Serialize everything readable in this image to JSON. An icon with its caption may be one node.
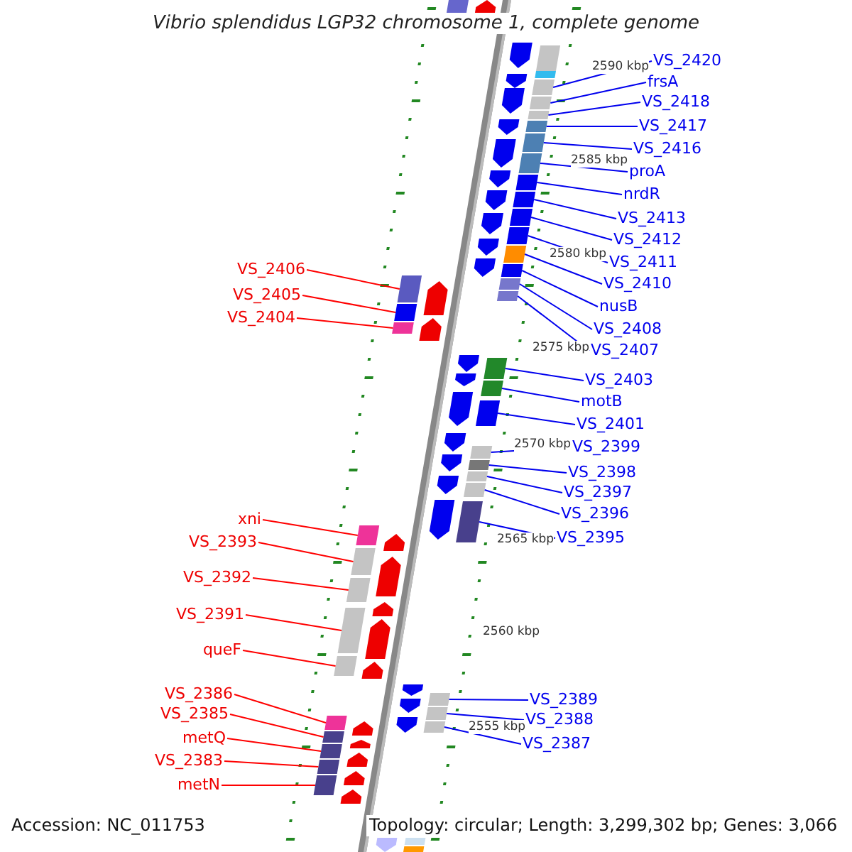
{
  "diagram": {
    "title": "Vibrio splendidus LGP32 chromosome 1, complete genome",
    "nodes": [
      {
        "text": [
          "VS_2420"
        ]
      },
      {
        "text": [
          "frsA"
        ]
      },
      {
        "text": [
          "VS_2418"
        ]
      },
      {
        "text": [
          "VS_2417"
        ]
      },
      {
        "text": [
          "VS_2416"
        ]
      },
      {
        "text": [
          "proA"
        ]
      },
      {
        "text": [
          "nrdR"
        ]
      },
      {
        "text": [
          "VS_2413"
        ]
      },
      {
        "text": [
          "VS_2412"
        ]
      },
      {
        "text": [
          "VS_2411"
        ]
      },
      {
        "text": [
          "VS_2410"
        ]
      },
      {
        "text": [
          "nusB"
        ]
      },
      {
        "text": [
          "VS_2408"
        ]
      },
      {
        "text": [
          "VS_2407"
        ]
      },
      {
        "text": [
          "VS_2403"
        ]
      },
      {
        "text": [
          "motB"
        ]
      },
      {
        "text": [
          "VS_2401"
        ]
      },
      {
        "text": [
          "VS_2399"
        ]
      },
      {
        "text": [
          "VS_2398"
        ]
      },
      {
        "text": [
          "VS_2397"
        ]
      },
      {
        "text": [
          "VS_2396"
        ]
      },
      {
        "text": [
          "VS_2395"
        ]
      },
      {
        "text": [
          "VS_2389"
        ]
      },
      {
        "text": [
          "VS_2388"
        ]
      },
      {
        "text": [
          "VS_2387"
        ]
      },
      {
        "text": [
          "VS_2406"
        ]
      },
      {
        "text": [
          "VS_2405"
        ]
      },
      {
        "text": [
          "VS_2404"
        ]
      },
      {
        "text": [
          "xni"
        ]
      },
      {
        "text": [
          "VS_2393"
        ]
      },
      {
        "text": [
          "VS_2392"
        ]
      },
      {
        "text": [
          "VS_2391"
        ]
      },
      {
        "text": [
          "queF"
        ]
      },
      {
        "text": [
          "VS_2386"
        ]
      },
      {
        "text": [
          "VS_2385"
        ]
      },
      {
        "text": [
          "metQ"
        ]
      },
      {
        "text": [
          "VS_2383"
        ]
      },
      {
        "text": [
          "metN"
        ]
      },
      {
        "text": [],
        "shape": "bar"
      },
      {
        "text": [],
        "shape": "bar"
      },
      {
        "text": [],
        "shape": "bar"
      },
      {
        "text": [],
        "shape": "bar"
      },
      {
        "text": [],
        "shape": "bar"
      },
      {
        "text": [],
        "shape": "bar"
      },
      {
        "text": [],
        "shape": "bar"
      },
      {
        "text": [],
        "shape": "bar"
      },
      {
        "text": [],
        "shape": "bar"
      },
      {
        "text": [],
        "shape": "bar"
      },
      {
        "text": [],
        "shape": "bar"
      },
      {
        "text": [],
        "shape": "bar"
      },
      {
        "text": [],
        "shape": "bar"
      },
      {
        "text": [],
        "shape": "bar"
      },
      {
        "text": [],
        "shape": "bar"
      },
      {
        "text": [],
        "shape": "bar"
      },
      {
        "text": [],
        "shape": "bar"
      },
      {
        "text": [],
        "shape": "bar"
      },
      {
        "text": [],
        "shape": "bar"
      },
      {
        "text": [],
        "shape": "bar"
      },
      {
        "text": [],
        "shape": "bar"
      },
      {
        "text": [],
        "shape": "bar"
      },
      {
        "text": [],
        "shape": "bar"
      },
      {
        "text": [],
        "shape": "bar"
      },
      {
        "text": [],
        "shape": "bar"
      },
      {
        "text": [],
        "shape": "bar"
      },
      {
        "text": [],
        "shape": "bar"
      },
      {
        "text": [],
        "shape": "bar"
      },
      {
        "text": [],
        "shape": "bar"
      },
      {
        "text": [],
        "shape": "bar"
      },
      {
        "text": [],
        "shape": "bar"
      },
      {
        "text": [],
        "shape": "bar"
      },
      {
        "text": [],
        "shape": "bar"
      },
      {
        "text": [],
        "shape": "bar"
      },
      {
        "text": [],
        "shape": "bar"
      },
      {
        "text": [],
        "shape": "bar"
      },
      {
        "text": [],
        "shape": "bar"
      },
      {
        "text": [],
        "shape": "bar"
      },
      {
        "text": [],
        "shape": "arrow"
      },
      {
        "text": [],
        "shape": "arrow"
      },
      {
        "text": [],
        "shape": "arrow"
      },
      {
        "text": [],
        "shape": "arrow"
      },
      {
        "text": [],
        "shape": "arrow"
      },
      {
        "text": [],
        "shape": "arrow"
      },
      {
        "text": [],
        "shape": "arrow"
      },
      {
        "text": [],
        "shape": "arrow"
      },
      {
        "text": [],
        "shape": "arrow"
      },
      {
        "text": [],
        "shape": "arrow"
      },
      {
        "text": [],
        "shape": "arrow"
      },
      {
        "text": [],
        "shape": "arrow"
      },
      {
        "text": [],
        "shape": "arrow"
      },
      {
        "text": [],
        "shape": "arrow"
      },
      {
        "text": [],
        "shape": "arrow"
      },
      {
        "text": [],
        "shape": "arrow"
      },
      {
        "text": [],
        "shape": "arrow"
      },
      {
        "text": [],
        "shape": "arrow"
      },
      {
        "text": [],
        "shape": "arrow"
      },
      {
        "text": [],
        "shape": "arrow"
      },
      {
        "text": [],
        "shape": "bar"
      },
      {
        "text": [],
        "shape": "bar"
      },
      {
        "text": [],
        "shape": "arrow"
      },
      {
        "text": [],
        "shape": "arrow"
      },
      {
        "text": [],
        "shape": "arrow"
      },
      {
        "text": [],
        "shape": "arrow"
      },
      {
        "text": [],
        "shape": "arrow"
      },
      {
        "text": [],
        "shape": "arrow"
      },
      {
        "text": [],
        "shape": "arrow"
      },
      {
        "text": [],
        "shape": "arrow"
      },
      {
        "text": [],
        "shape": "arrow"
      },
      {
        "text": [],
        "shape": "arrow"
      },
      {
        "text": [],
        "shape": "arrow"
      },
      {
        "text": [],
        "shape": "arrow"
      },
      {
        "text": [],
        "shape": "arrow"
      },
      {
        "text": [],
        "shape": "bar"
      },
      {
        "text": [],
        "shape": "bar"
      },
      {
        "text": [],
        "shape": "arrow"
      },
      {
        "text": [],
        "shape": "bar"
      }
    ],
    "edges": [
      {
        "from": 0,
        "to": 38,
        "arrow": "none"
      },
      {
        "from": 1,
        "to": 39,
        "arrow": "none"
      },
      {
        "from": 2,
        "to": 40,
        "arrow": "none"
      },
      {
        "from": 3,
        "to": 41,
        "arrow": "none"
      },
      {
        "from": 4,
        "to": 42,
        "arrow": "none"
      },
      {
        "from": 5,
        "to": 43,
        "arrow": "none"
      },
      {
        "from": 6,
        "to": 44,
        "arrow": "none"
      },
      {
        "from": 7,
        "to": 45,
        "arrow": "none"
      },
      {
        "from": 8,
        "to": 46,
        "arrow": "none"
      },
      {
        "from": 9,
        "to": 47,
        "arrow": "none"
      },
      {
        "from": 10,
        "to": 48,
        "arrow": "none"
      },
      {
        "from": 11,
        "to": 49,
        "arrow": "none"
      },
      {
        "from": 12,
        "to": 50,
        "arrow": "none"
      },
      {
        "from": 13,
        "to": 51,
        "arrow": "none"
      },
      {
        "from": 14,
        "to": 52,
        "arrow": "none"
      },
      {
        "from": 15,
        "to": 53,
        "arrow": "none"
      },
      {
        "from": 16,
        "to": 54,
        "arrow": "none"
      },
      {
        "from": 17,
        "to": 55,
        "arrow": "none"
      },
      {
        "from": 18,
        "to": 56,
        "arrow": "none"
      },
      {
        "from": 19,
        "to": 57,
        "arrow": "none"
      },
      {
        "from": 20,
        "to": 58,
        "arrow": "none"
      },
      {
        "from": 21,
        "to": 59,
        "arrow": "none"
      },
      {
        "from": 22,
        "to": 60,
        "arrow": "none"
      },
      {
        "from": 23,
        "to": 61,
        "arrow": "none"
      },
      {
        "from": 24,
        "to": 62,
        "arrow": "none"
      },
      {
        "from": 25,
        "to": 63,
        "arrow": "none",
        "color": "#ff0000"
      },
      {
        "from": 26,
        "to": 64,
        "arrow": "none",
        "color": "#ff0000"
      },
      {
        "from": 27,
        "to": 65,
        "arrow": "none",
        "color": "#ff0000"
      },
      {
        "from": 28,
        "to": 66,
        "arrow": "none",
        "color": "#ff0000"
      },
      {
        "from": 29,
        "to": 67,
        "arrow": "none",
        "color": "#ff0000"
      },
      {
        "from": 30,
        "to": 68,
        "arrow": "none",
        "color": "#ff0000"
      },
      {
        "from": 31,
        "to": 69,
        "arrow": "none",
        "color": "#ff0000"
      },
      {
        "from": 32,
        "to": 70,
        "arrow": "none",
        "color": "#ff0000"
      },
      {
        "from": 33,
        "to": 71,
        "arrow": "none",
        "color": "#ff0000"
      },
      {
        "from": 34,
        "to": 72,
        "arrow": "none",
        "color": "#ff0000"
      },
      {
        "from": 35,
        "to": 73,
        "arrow": "none",
        "color": "#ff0000"
      },
      {
        "from": 36,
        "to": 74,
        "arrow": "none",
        "color": "#ff0000"
      },
      {
        "from": 37,
        "to": 75,
        "arrow": "none",
        "color": "#ff0000"
      }
    ],
    "labels": [
      "2590 kbp",
      "2585 kbp",
      "2580 kbp",
      "2575 kbp",
      "2570 kbp",
      "2565 kbp",
      "2560 kbp",
      "2555 kbp",
      "Accession: NC_011753",
      "Topology: circular; Length: 3,299,302 bp; Genes: 3,066"
    ]
  }
}
